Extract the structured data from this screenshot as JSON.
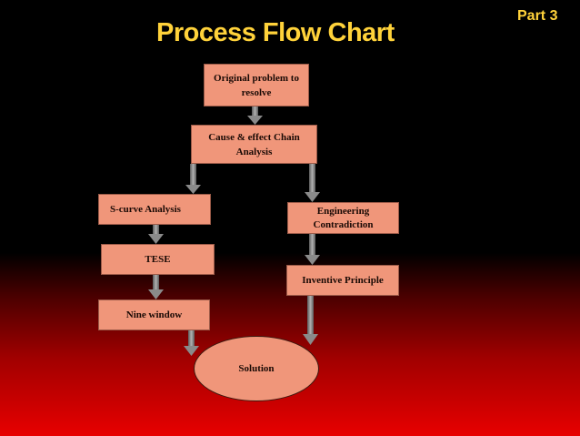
{
  "slide": {
    "title": "Process Flow Chart",
    "part": "Part 3"
  },
  "nodes": {
    "original": "Original problem to resolve",
    "cause_effect": "Cause & effect Chain Analysis",
    "scurve": "S-curve Analysis",
    "tese": "TESE",
    "nine_window": "Nine window",
    "engineering": "Engineering Contradiction",
    "inventive": "Inventive Principle",
    "solution": "Solution"
  },
  "colors": {
    "title": "#ffd23a",
    "box_fill": "#f0967a",
    "arrow": "#8a8a8a"
  }
}
